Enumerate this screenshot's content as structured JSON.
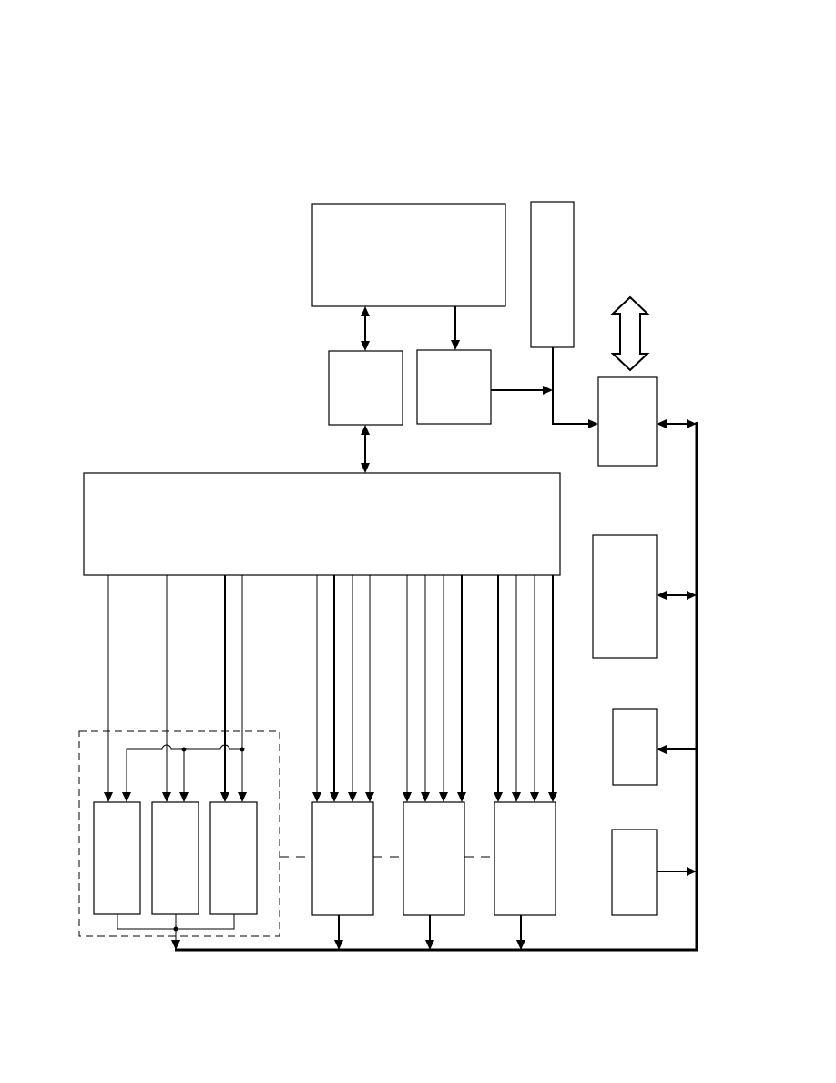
{
  "diagram": {
    "colors": {
      "stroke": "#000000",
      "background": "#ffffff"
    },
    "blocks": [
      {
        "id": "top-unit"
      },
      {
        "id": "vertical-strip"
      },
      {
        "id": "interface-left"
      },
      {
        "id": "interface-right"
      },
      {
        "id": "bus-interface"
      },
      {
        "id": "main-controller"
      },
      {
        "id": "side-unit-1"
      },
      {
        "id": "side-unit-2"
      },
      {
        "id": "side-unit-3"
      },
      {
        "id": "module-a"
      },
      {
        "id": "module-b"
      },
      {
        "id": "module-c"
      },
      {
        "id": "module-d"
      },
      {
        "id": "module-e"
      },
      {
        "id": "module-f"
      }
    ],
    "groups": [
      {
        "id": "dashed-group",
        "members": [
          "module-a",
          "module-b",
          "module-c"
        ]
      }
    ],
    "icons": [
      "bidirectional-hollow-arrow-icon"
    ]
  }
}
